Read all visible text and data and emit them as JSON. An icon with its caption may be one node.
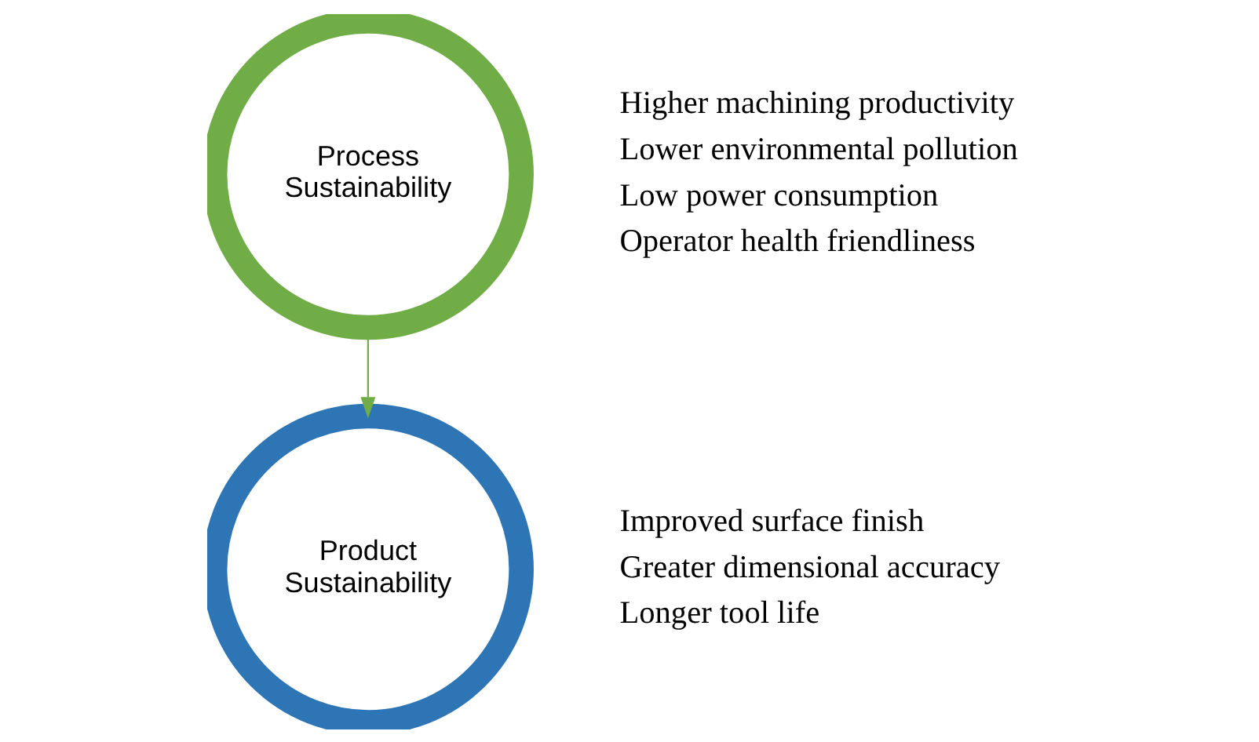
{
  "diagram": {
    "nodes": [
      {
        "text": [
          "Process Sustainability"
        ],
        "beside": [
          "Higher machining productivity",
          "Lower environmental pollution",
          "Low power consumption",
          "Operator health friendliness"
        ]
      },
      {
        "text": [
          "Product Sustainability"
        ],
        "beside": [
          "Improved surface finish",
          "Greater dimensional accuracy",
          "Longer tool life"
        ]
      }
    ],
    "edges": [
      {
        "from": 0,
        "to": 1,
        "arrow": "to",
        "color": "#70ad47"
      }
    ]
  }
}
